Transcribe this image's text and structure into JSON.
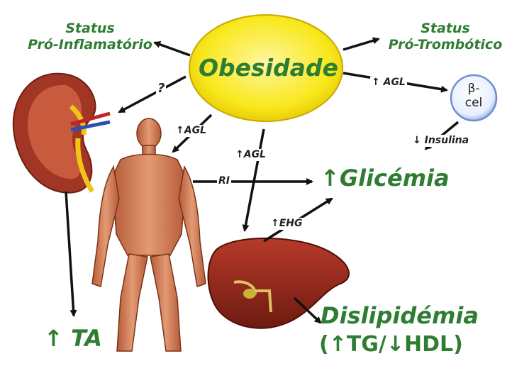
{
  "colors": {
    "accent_green": "#2e7d32",
    "oval_fill": "#f8e81c",
    "oval_text": "#2e7d32",
    "arrow": "#111111",
    "organ_red": "#9c2a1c",
    "bcell_blue": "#9ab8ea"
  },
  "nodes": {
    "obesity": "Obesidade",
    "status_inflam_line1": "Status",
    "status_inflam_line2": "Pró-Inflamatório",
    "status_thromb_line1": "Status",
    "status_thromb_line2": "Pró-Trombótico",
    "bcell_line1": "β-",
    "bcell_line2": "cel",
    "glycemia": "↑Glicémia",
    "dyslipidemia_line1": "Dislipidémia",
    "dyslipidemia_line2": "(↑TG/↓HDL)",
    "ta": "↑ TA"
  },
  "arrow_labels": {
    "question": "?",
    "agl_body": "↑AGL",
    "agl_center": "↑AGL",
    "agl_bcell": "↑ AGL",
    "insulin": "↓ Insulina",
    "ri": "RI",
    "ehg": "↑EHG"
  },
  "icons": [
    "kidney-illustration",
    "human-body-musculature-illustration",
    "liver-illustration",
    "beta-cell-circle"
  ]
}
